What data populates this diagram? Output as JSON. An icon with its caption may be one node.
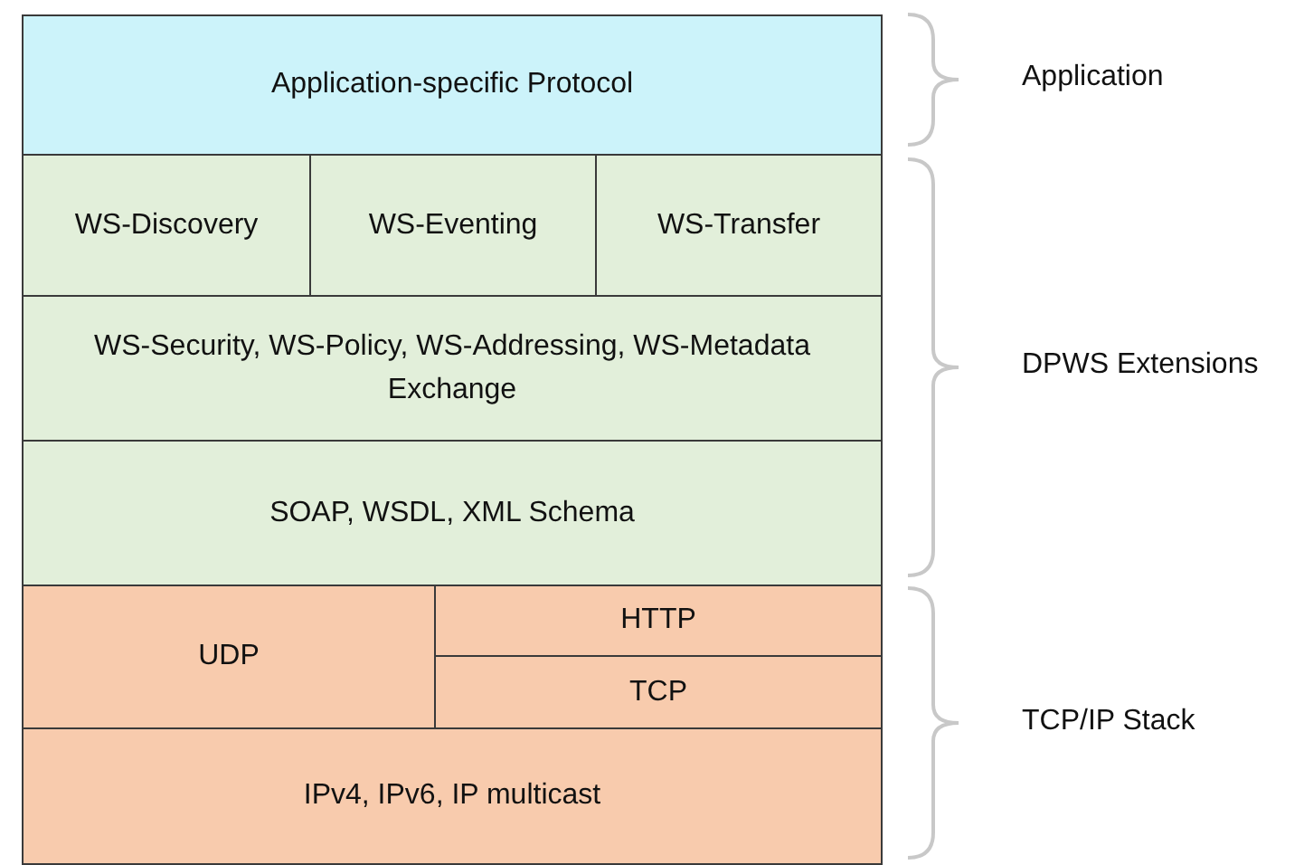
{
  "diagram": {
    "nodes": [
      {
        "text": [
          "Application-specific Protocol"
        ]
      },
      {
        "text": [
          "WS-Discovery"
        ]
      },
      {
        "text": [
          "WS-Eventing"
        ]
      },
      {
        "text": [
          "WS-Transfer"
        ]
      },
      {
        "text": [
          "WS-Security, WS-Policy, WS-Addressing, WS-Metadata Exchange"
        ]
      },
      {
        "text": [
          "SOAP, WSDL, XML Schema"
        ]
      },
      {
        "text": [
          "UDP"
        ]
      },
      {
        "text": [
          "HTTP"
        ]
      },
      {
        "text": [
          "TCP"
        ]
      },
      {
        "text": [
          "IPv4, IPv6, IP multicast"
        ]
      }
    ],
    "labels": [
      "Application",
      "DPWS Extensions",
      "TCP/IP Stack"
    ]
  }
}
